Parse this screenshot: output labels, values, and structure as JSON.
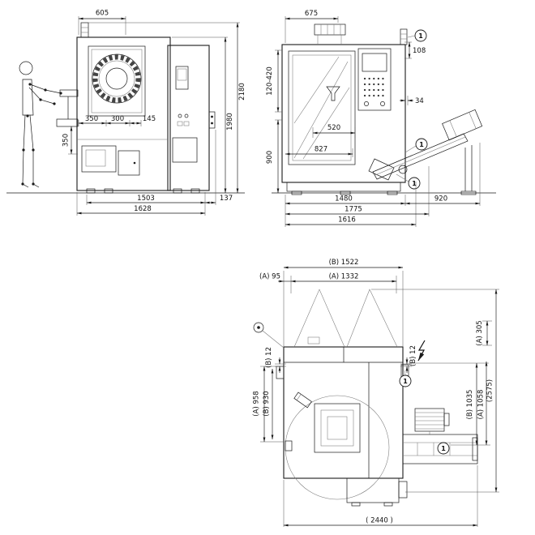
{
  "colors": {
    "ink": "#1a1a1a",
    "background": "#ffffff",
    "light_line": "#777777"
  },
  "front_view": {
    "dims": {
      "d605": "605",
      "d350a": "350",
      "d300": "300",
      "d145": "145",
      "d350v": "350",
      "d1980": "1980",
      "d2180": "2180",
      "d1503": "1503",
      "d137": "137",
      "d1628": "1628"
    }
  },
  "side_view": {
    "dims": {
      "d675": "675",
      "d108": "108",
      "d120_420": "120-420",
      "d34": "34",
      "d520": "520",
      "d827": "827",
      "d900": "900",
      "d1480": "1480",
      "d920": "920",
      "d1775": "1775",
      "d1616": "1616"
    },
    "callouts": {
      "c1": "1",
      "c2": "1",
      "c3": "1"
    }
  },
  "plan_view": {
    "dims": {
      "dB1522": "(B) 1522",
      "dA95": "(A) 95",
      "dA1332": "(A) 1332",
      "dB12_left": "(B) 12",
      "dB12_right": "(B) 12",
      "dA958": "(A) 958",
      "dB930": "(B) 930",
      "dA305": "(A) 305",
      "d2575": "(2575)",
      "dB1035": "(B) 1035",
      "dA1058": "(A) 1058",
      "d2440": "( 2440 )"
    },
    "callouts": {
      "c1": "1",
      "c2": "1"
    }
  }
}
